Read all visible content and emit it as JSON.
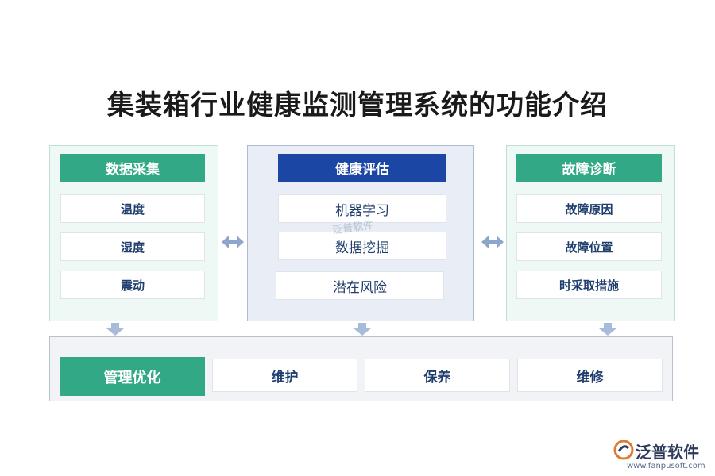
{
  "title": "集装箱行业健康监测管理系统的功能介绍",
  "left_panel": {
    "header": "数据采集",
    "items": [
      "温度",
      "湿度",
      "震动"
    ]
  },
  "center_panel": {
    "header": "健康评估",
    "items": [
      "机器学习",
      "数据挖掘",
      "潜在风险"
    ]
  },
  "right_panel": {
    "header": "故障诊断",
    "items": [
      "故障原因",
      "故障位置",
      "时采取措施"
    ]
  },
  "bottom_panel": {
    "header": "管理优化",
    "items": [
      "维护",
      "保养",
      "维修"
    ]
  },
  "watermark": "泛普软件",
  "logo": {
    "name": "泛普软件",
    "url": "www.fanpusoft.com"
  },
  "colors": {
    "green": "#33a886",
    "blue": "#1c46a3",
    "arrow": "#8fa6cc"
  }
}
